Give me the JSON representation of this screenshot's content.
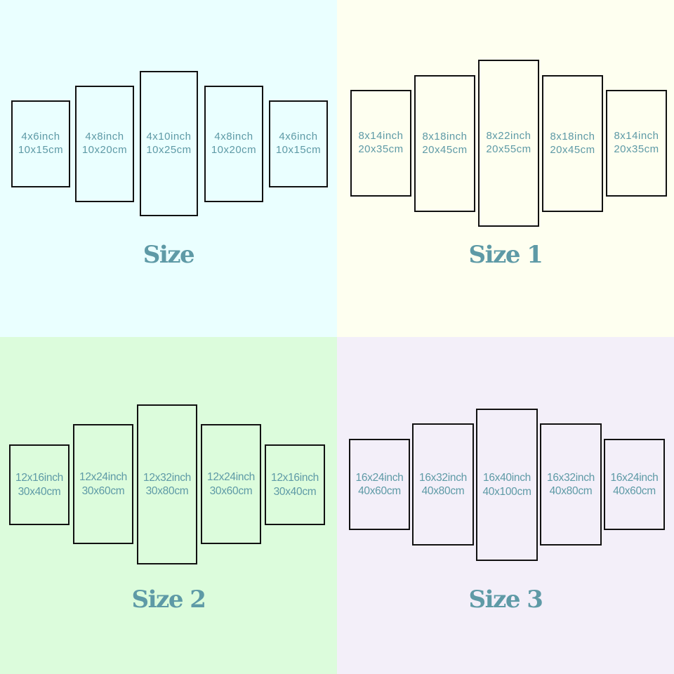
{
  "groups": [
    {
      "label": "Size",
      "background": "#eaffff",
      "panels": [
        {
          "inch": "4x6inch",
          "cm": "10x15cm"
        },
        {
          "inch": "4x8inch",
          "cm": "10x20cm"
        },
        {
          "inch": "4x10inch",
          "cm": "10x25cm"
        },
        {
          "inch": "4x8inch",
          "cm": "10x20cm"
        },
        {
          "inch": "4x6inch",
          "cm": "10x15cm"
        }
      ]
    },
    {
      "label": "Size 1",
      "background": "#fefff0",
      "panels": [
        {
          "inch": "8x14inch",
          "cm": "20x35cm"
        },
        {
          "inch": "8x18inch",
          "cm": "20x45cm"
        },
        {
          "inch": "8x22inch",
          "cm": "20x55cm"
        },
        {
          "inch": "8x18inch",
          "cm": "20x45cm"
        },
        {
          "inch": "8x14inch",
          "cm": "20x35cm"
        }
      ]
    },
    {
      "label": "Size 2",
      "background": "#dcfcdc",
      "panels": [
        {
          "inch": "12x16inch",
          "cm": "30x40cm"
        },
        {
          "inch": "12x24inch",
          "cm": "30x60cm"
        },
        {
          "inch": "12x32inch",
          "cm": "30x80cm"
        },
        {
          "inch": "12x24inch",
          "cm": "30x60cm"
        },
        {
          "inch": "12x16inch",
          "cm": "30x40cm"
        }
      ]
    },
    {
      "label": "Size 3",
      "background": "#f3eff9",
      "panels": [
        {
          "inch": "16x24inch",
          "cm": "40x60cm"
        },
        {
          "inch": "16x32inch",
          "cm": "40x80cm"
        },
        {
          "inch": "16x40inch",
          "cm": "40x100cm"
        },
        {
          "inch": "16x32inch",
          "cm": "40x80cm"
        },
        {
          "inch": "16x24inch",
          "cm": "40x60cm"
        }
      ]
    }
  ],
  "colors": {
    "text": "#5e9aa6",
    "border": "#111111"
  }
}
